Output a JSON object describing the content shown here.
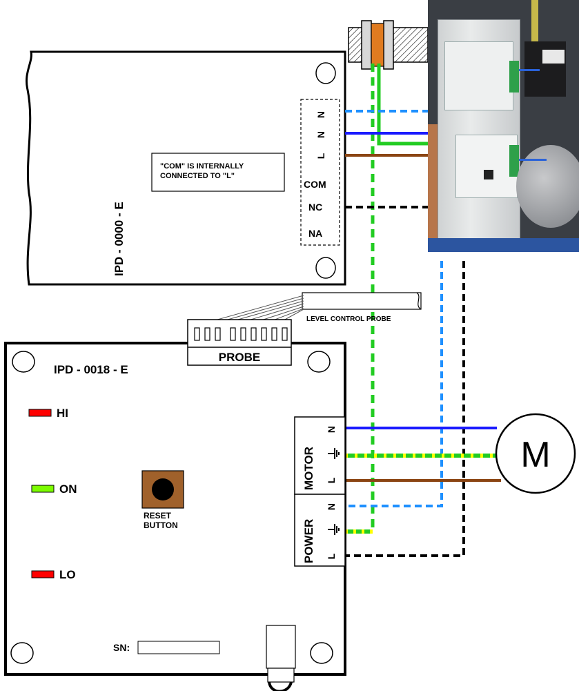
{
  "relay_module": {
    "model": "IPD - 0000 - E",
    "note_line1": "\"COM\" IS INTERNALLY",
    "note_line2": "CONNECTED TO  \"L\"",
    "terminals": [
      "N",
      "N",
      "L",
      "COM",
      "NC",
      "NA"
    ]
  },
  "probe_cable": {
    "label": "LEVEL CONTROL PROBE"
  },
  "controller": {
    "model": "IPD - 0018 - E",
    "probe_header": "PROBE",
    "indicators": [
      {
        "label": "HI",
        "color": "#ff0000"
      },
      {
        "label": "ON",
        "color": "#7cfc00"
      },
      {
        "label": "LO",
        "color": "#ff0000"
      }
    ],
    "reset_line1": "RESET",
    "reset_line2": "BUTTON",
    "serial_label": "SN:",
    "motor_block": {
      "title": "MOTOR",
      "terminals": [
        "N",
        "L"
      ]
    },
    "power_block": {
      "title": "POWER",
      "terminals": [
        "N",
        "L"
      ]
    }
  },
  "motor": {
    "symbol": "M"
  },
  "wire_colors": {
    "neutral": "#1a1aff",
    "neutral_dashed": "#1e90ff",
    "live": "#8b4513",
    "earth": "#22cc22",
    "earth_stripe": "#ffff00",
    "signal": "#000000",
    "reset_button": "#a0612b",
    "gland_body": "#e07b20"
  },
  "photo": {
    "icon": "installation-photo"
  }
}
